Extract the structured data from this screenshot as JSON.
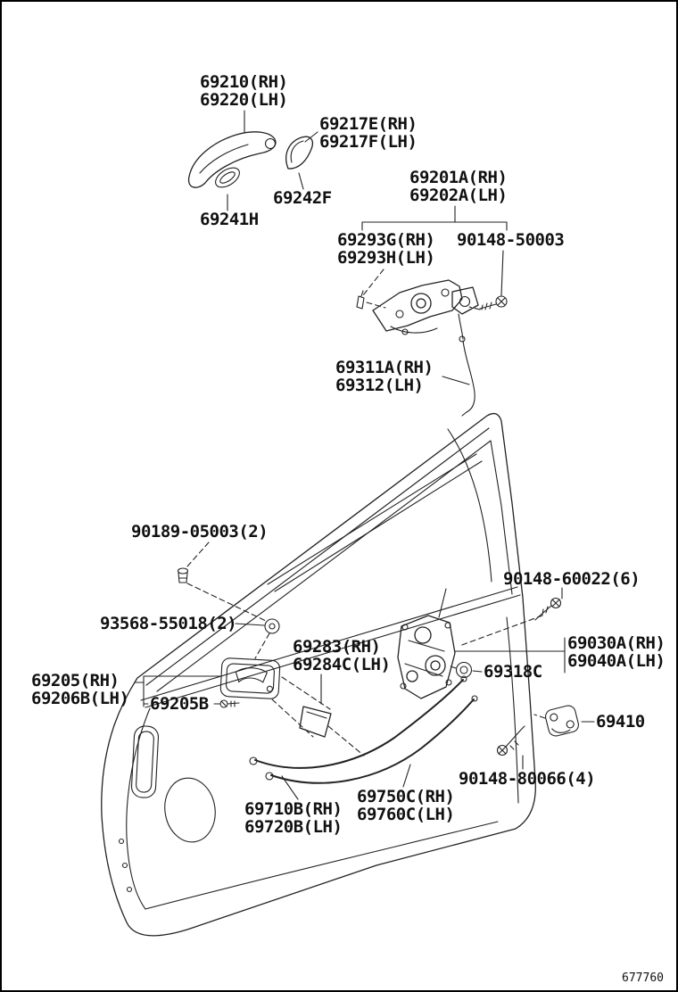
{
  "page": {
    "footer_code": "677760"
  },
  "labels": {
    "handle_outer": {
      "lines": [
        "69210(RH)",
        "69220(LH)"
      ]
    },
    "handle_cover": {
      "lines": [
        "69217E(RH)",
        "69217F(LH)"
      ]
    },
    "lock_assy_upper": {
      "lines": [
        "69201A(RH)",
        "69202A(LH)"
      ]
    },
    "pad": {
      "lines": [
        "69242F"
      ]
    },
    "gasket": {
      "lines": [
        "69241H"
      ]
    },
    "clip": {
      "lines": [
        "69293G(RH)",
        "69293H(LH)"
      ]
    },
    "screw_50003": {
      "lines": [
        "90148-50003"
      ]
    },
    "rod": {
      "lines": [
        "69311A(RH)",
        "69312(LH)"
      ]
    },
    "fastener_05003": {
      "lines": [
        "90189-05003(2)"
      ]
    },
    "grommet_55018": {
      "lines": [
        "93568-55018(2)"
      ]
    },
    "screw_60022": {
      "lines": [
        "90148-60022(6)"
      ]
    },
    "cover_69283": {
      "lines": [
        "69283(RH)",
        "69284C(LH)"
      ]
    },
    "lock_assy_door": {
      "lines": [
        "69030A(RH)",
        "69040A(LH)"
      ]
    },
    "grommet_69318c": {
      "lines": [
        "69318C"
      ]
    },
    "inside_handle": {
      "lines": [
        "69205(RH)",
        "69206B(LH)"
      ]
    },
    "screw_69205b": {
      "lines": [
        "69205B"
      ]
    },
    "striker": {
      "lines": [
        "69410"
      ]
    },
    "screw_80066": {
      "lines": [
        "90148-80066(4)"
      ]
    },
    "cable_rear": {
      "lines": [
        "69750C(RH)",
        "69760C(LH)"
      ]
    },
    "cable_front": {
      "lines": [
        "69710B(RH)",
        "69720B(LH)"
      ]
    }
  }
}
